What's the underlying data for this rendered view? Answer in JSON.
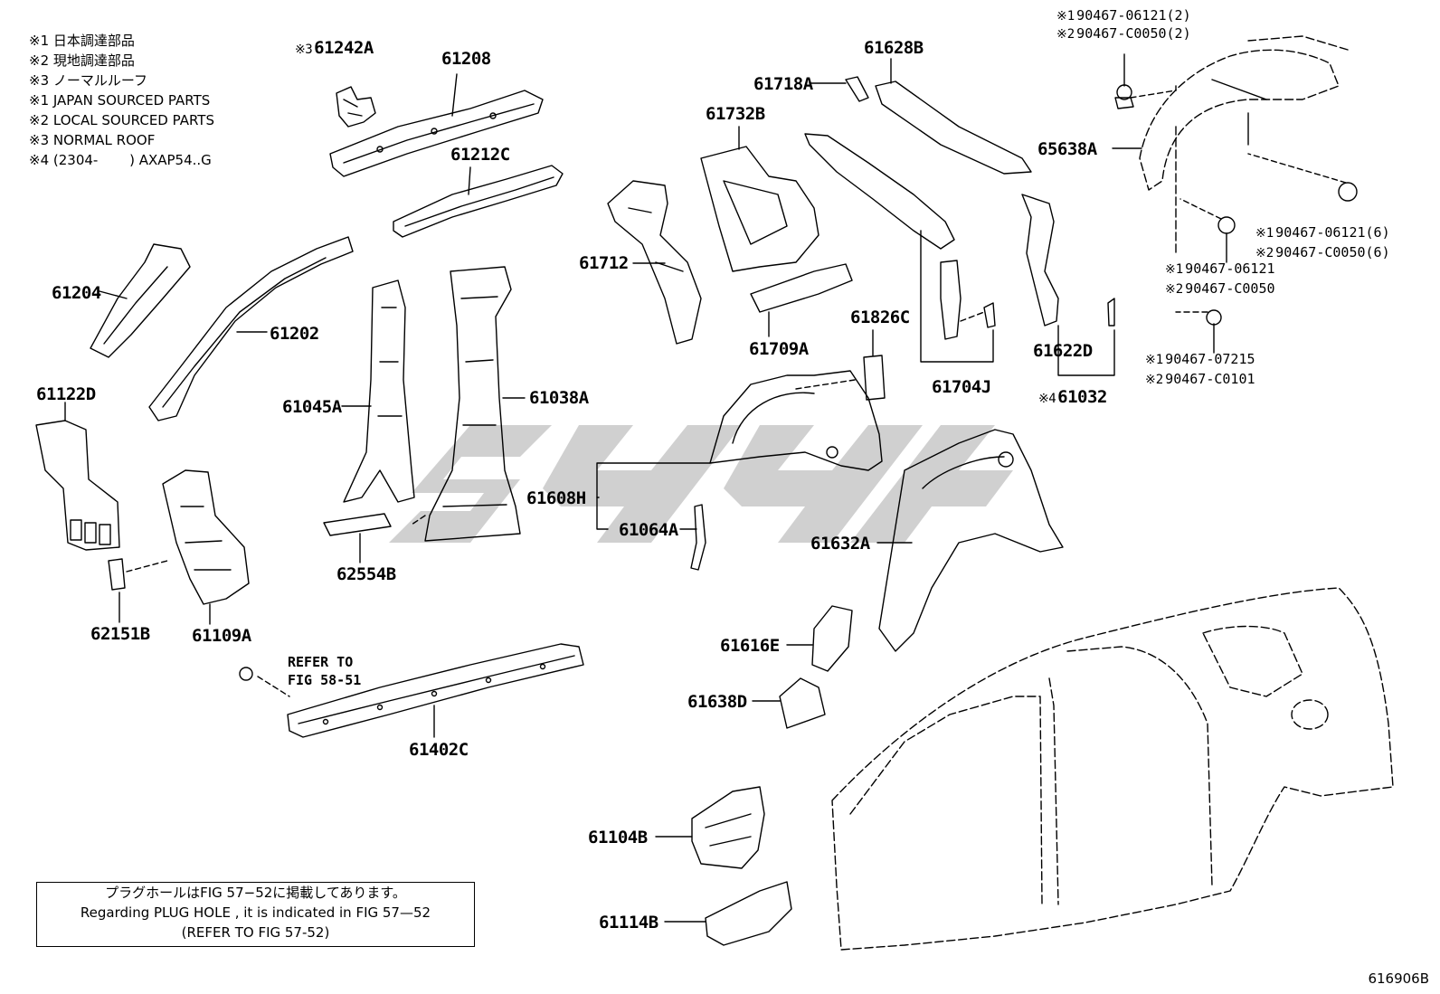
{
  "notes": [
    "※1 日本調達部品",
    "※2 現地調達部品",
    "※3 ノーマルルーフ",
    "※1 JAPAN SOURCED PARTS",
    "※2 LOCAL SOURCED PARTS",
    "※3 NORMAL ROOF",
    "※4 (2304-　　 ) AXAP54..G"
  ],
  "parts": {
    "p61242A": "61242A",
    "p61208": "61208",
    "p61212C": "61212C",
    "p61204": "61204",
    "p61202": "61202",
    "p61122D": "61122D",
    "p61045A": "61045A",
    "p61038A": "61038A",
    "p62554B": "62554B",
    "p62151B": "62151B",
    "p61109A": "61109A",
    "p61402C": "61402C",
    "p61712": "61712",
    "p61732B": "61732B",
    "p61709A": "61709A",
    "p61718A": "61718A",
    "p61628B": "61628B",
    "p61826C": "61826C",
    "p61704J": "61704J",
    "p61608H": "61608H",
    "p61064A": "61064A",
    "p61632A": "61632A",
    "p61616E": "61616E",
    "p61638D": "61638D",
    "p61104B": "61104B",
    "p61114B": "61114B",
    "p65638A": "65638A",
    "p61622D": "61622D",
    "p61032": "61032"
  },
  "marks": {
    "m3": "※3",
    "m4": "※4",
    "m1": "※1",
    "m2": "※2"
  },
  "fasteners": {
    "f_top_1": "90467-06121(2)",
    "f_top_2": "90467-C0050(2)",
    "f_r6_1": "90467-06121(6)",
    "f_r6_2": "90467-C0050(6)",
    "f_mid_1": "90467-06121",
    "f_mid_2": "90467-C0050",
    "f_low_1": "90467-07215",
    "f_low_2": "90467-C0101"
  },
  "refer": {
    "line1": "REFER TO",
    "line2": "FIG 58-51"
  },
  "plug_note": {
    "jp": "プラグホールはFIG 57−52に掲載してあります。",
    "en": "Regarding PLUG HOLE , it is indicated in FIG 57—52",
    "ref": "(REFER TO FIG 57-52)"
  },
  "figure_code": "616906B"
}
